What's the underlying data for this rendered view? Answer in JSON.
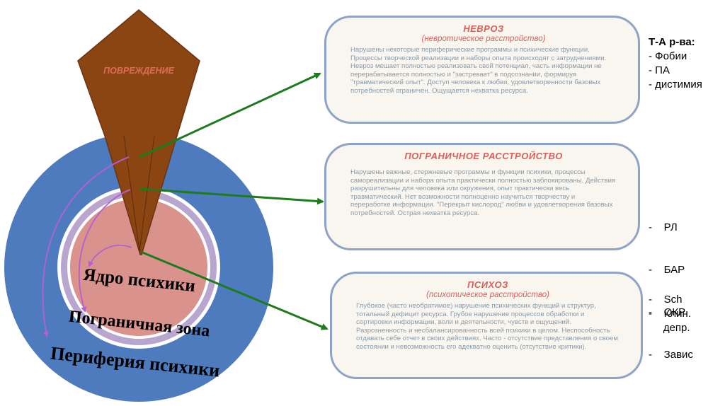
{
  "diagram": {
    "damage_label": "ПОВРЕЖДЕНИЕ",
    "core_label": "Ядро психики",
    "border_label": "Пограничная зона",
    "periphery_label": "Периферия психики"
  },
  "boxes": [
    {
      "title": "НЕВРОЗ",
      "subtitle": "(невротическое расстройство)",
      "text": "Нарушены некоторые периферические программы и психические функции. Процессы творческой реализации и наборы опыта происходят с затруднениями. Невроз мешает полностью реализовать свой потенциал, часть информации не перерабатывается полностью и \"застревает\" в подсознании, формируя \"травматический опыт\". Доступ человека к любви, удовлетворенности базовых потребностей ограничен. Ощущается нехватка ресурса."
    },
    {
      "title": "ПОГРАНИЧНОЕ РАССТРОЙСТВО",
      "subtitle": "",
      "text": "Нарушены важные, стержневые программы и функции психики, процессы самореализации и набора опыта практически полностью заблокированы. Действия разрушительны для человека или окружения, опыт практически весь травматический. Нет возможности полноценно научиться творчеству и переработке информации. \"Перекрыт кислород\" любви и удовлетворения базовых потребностей. Острая нехватка ресурса."
    },
    {
      "title": "ПСИХОЗ",
      "subtitle": "(психотическое расстройство)",
      "text": "Глубокое (часто необратимое) нарушение психических функций и структур, тотальный дефицит ресурса. Грубое нарушение процессов обработки и сортировки информации, воли и деятельности, чувств и ощущений. Разрозненность и несбалансированность всей психики в целом. Неспособность отдавать себе отчет в своих действиях. Часто - отсутствие представления о своем состоянии и невозможность его адекватно оценить (отсутствие критики)."
    }
  ],
  "side_notes": [
    {
      "title": "Т-А р-ва:",
      "items": [
        "- Фобии",
        "- ПА",
        "- дистимия"
      ]
    },
    {
      "title": "",
      "items": [
        "-    РЛ",
        "-    БАР",
        "-    ОКР",
        "-    Завис"
      ]
    },
    {
      "title": "",
      "items": [
        "-    Sch",
        "-    Клин.",
        "     депр."
      ]
    }
  ],
  "colors": {
    "periphery": "#4e7bbd",
    "border_ring": "#b9a6cf",
    "core": "#d9938c",
    "damage": "#8b4513",
    "damage_label": "#e06a5c",
    "arrow": "#1d7a1d",
    "box_border": "#8fa3c6",
    "box_title": "#d9605a",
    "box_text": "#8a9aa8",
    "inner_arrow": "#b45fd6"
  }
}
